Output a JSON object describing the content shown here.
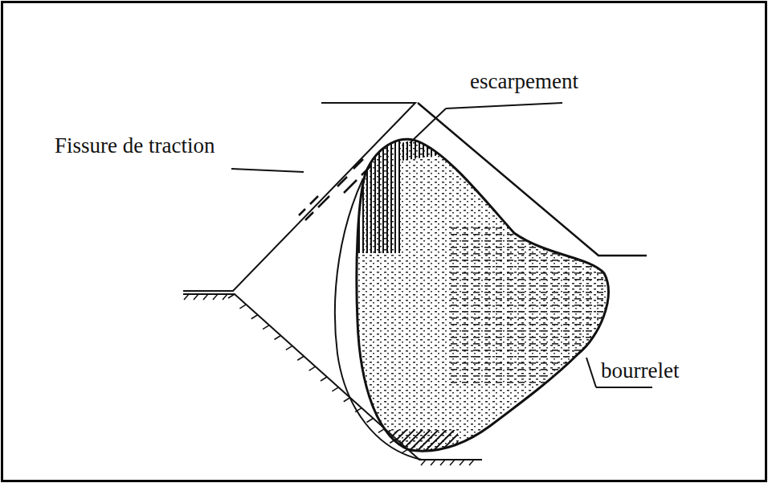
{
  "diagram": {
    "labels": [
      "Fissure de traction",
      "escarpement",
      "bourrelet"
    ]
  }
}
